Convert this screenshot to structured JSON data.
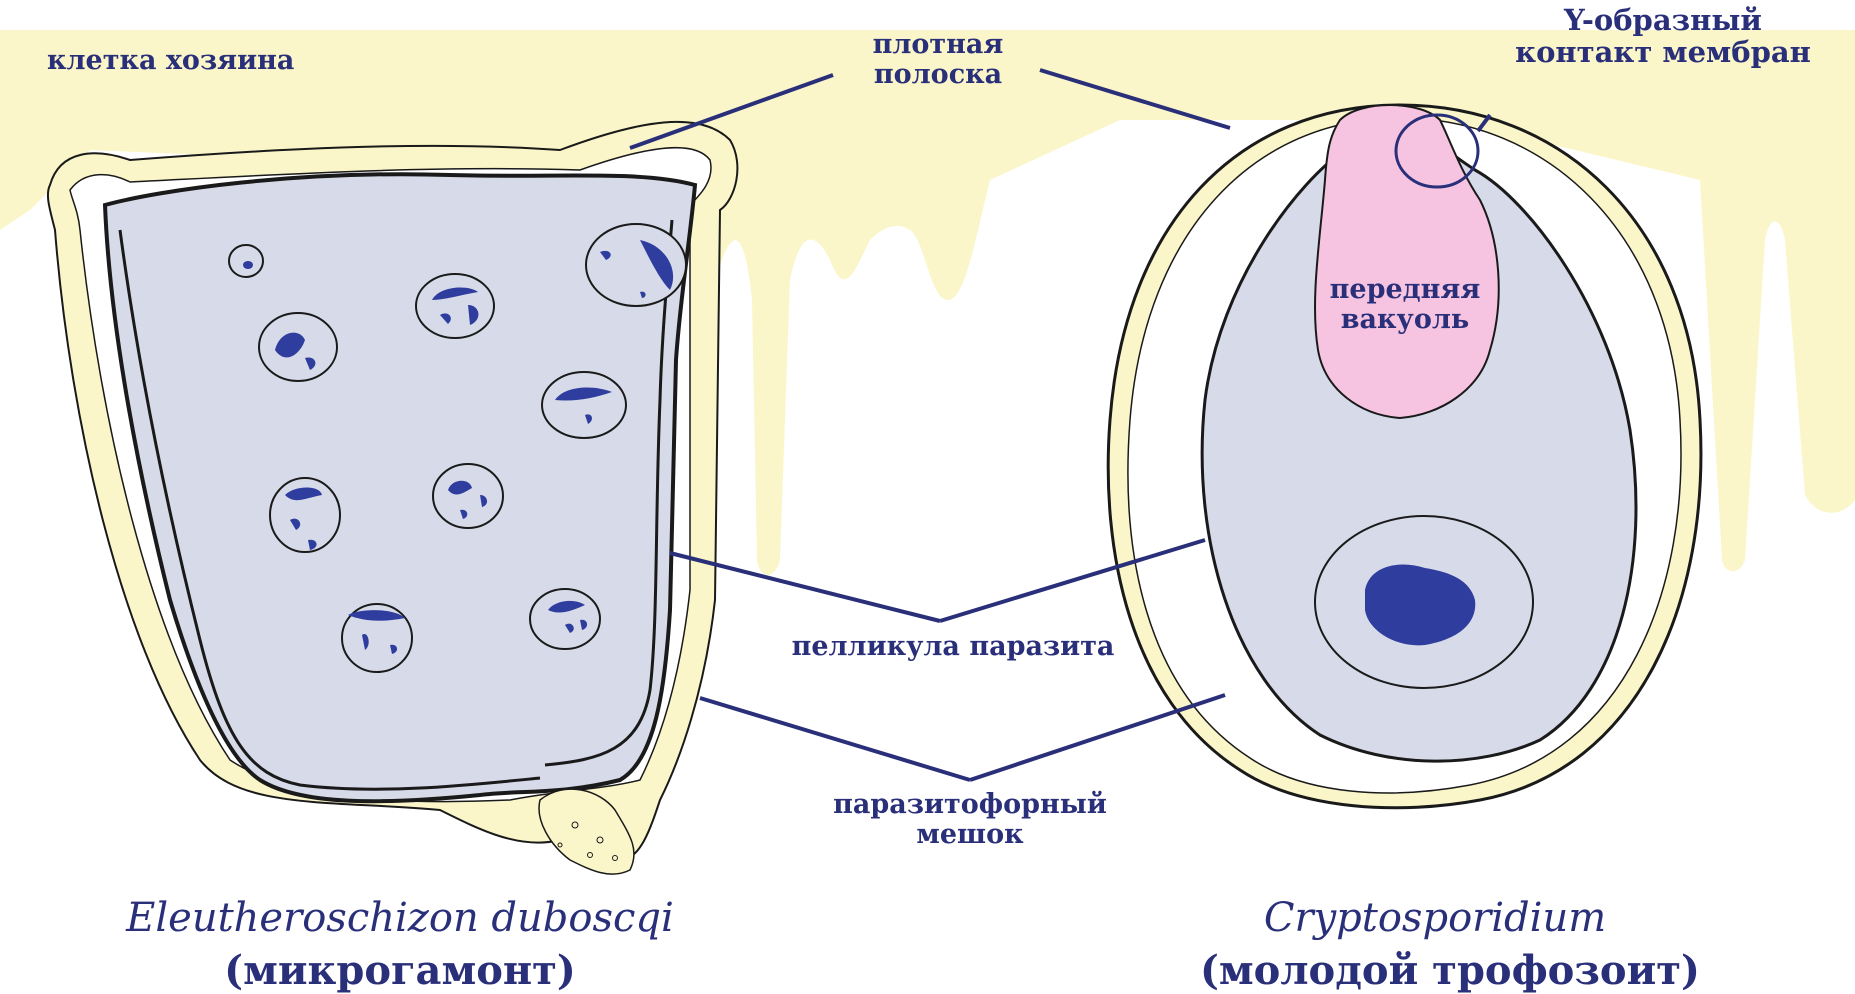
{
  "colors": {
    "host_cytoplasm": "#faf6c9",
    "parasite_body": "#d7dbe9",
    "nucleus": "#2f3e9e",
    "anterior_vacuole": "#f6c4e1",
    "label_text": "#2a2f7a",
    "outline": "#1a1a1a"
  },
  "labels": {
    "host_cell": "клетка хозяина",
    "dense_band_line1": "плотная",
    "dense_band_line2": "полоска",
    "y_contact_line1": "Y-образный",
    "y_contact_line2": "контакт мембран",
    "anterior_vacuole_line1": "передняя",
    "anterior_vacuole_line2": "вакуоль",
    "pellicle": "пелликула паразита",
    "pv_line1": "паразитофорный",
    "pv_line2": "мешок"
  },
  "captions": {
    "left_species": "Eleutheroschizon duboscqi",
    "left_stage": "(микрогамонт)",
    "right_species": "Cryptosporidium",
    "right_stage": "(молодой трофозоит)"
  }
}
